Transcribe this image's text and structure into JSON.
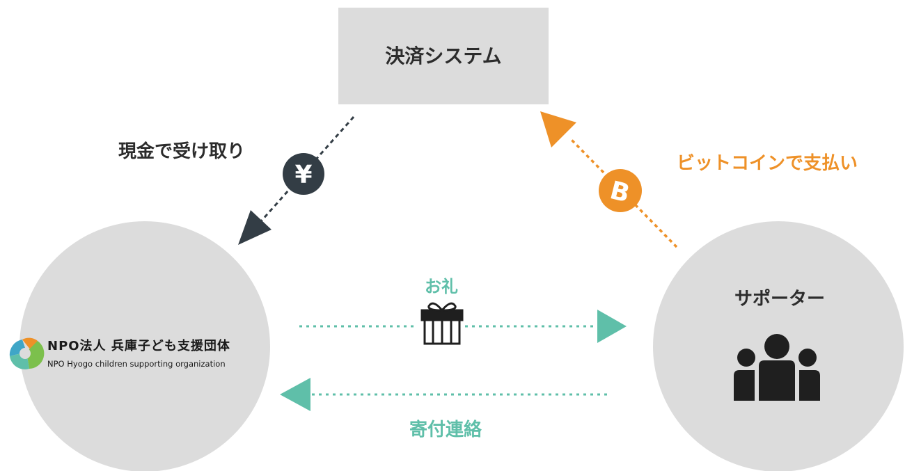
{
  "nodes": {
    "payment_system": {
      "label": "決済システム"
    },
    "npo": {
      "logo_text_jp": "NPO法人 兵庫子ども支援団体",
      "logo_text_en": "NPO Hyogo children supporting organization"
    },
    "supporter": {
      "label": "サポーター",
      "icon": "people-icon"
    }
  },
  "edges": {
    "cash_receipt": {
      "label": "現金で受け取り",
      "badge": "¥",
      "icon": "yen-icon"
    },
    "bitcoin_payment": {
      "label": "ビットコインで支払い",
      "badge": "B",
      "icon": "bitcoin-icon"
    },
    "thanks": {
      "label": "お礼",
      "icon": "gift-icon"
    },
    "donation_contact": {
      "label": "寄付連絡"
    }
  },
  "colors": {
    "node_fill": "#dcdcdc",
    "dark": "#333d45",
    "orange": "#ee9128",
    "teal": "#5fbfa9",
    "text": "#2c2c2c"
  }
}
